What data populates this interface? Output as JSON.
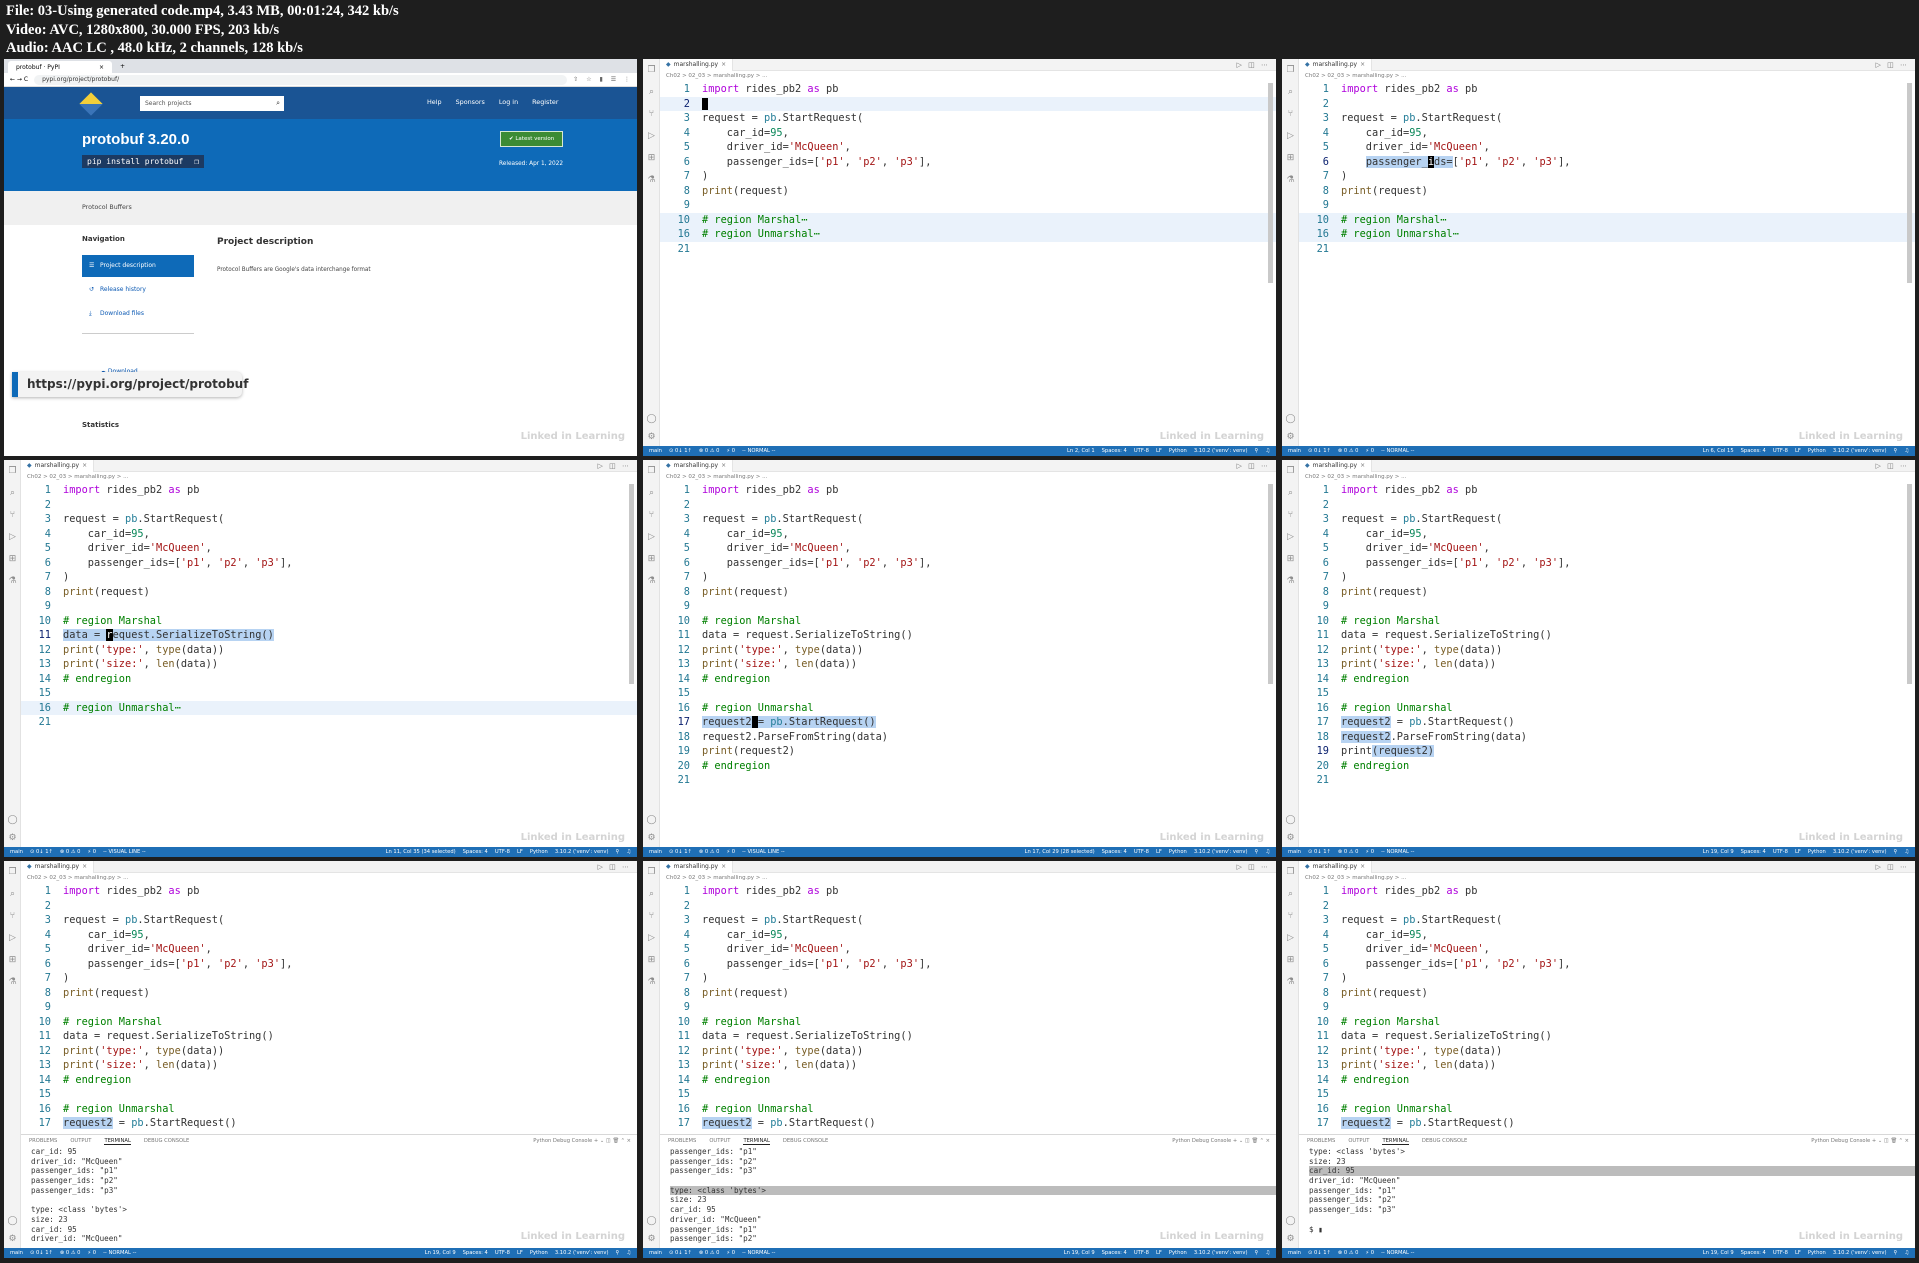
{
  "header": {
    "line1": "File: 03-Using generated code.mp4, 3.43 MB, 00:01:24, 342 kb/s",
    "line2": "Video: AVC, 1280x800, 30.000 FPS, 203 kb/s",
    "line3": "Audio: AAC LC , 48.0 kHz, 2 channels, 128 kb/s"
  },
  "browser": {
    "tab_title": "protobuf · PyPI",
    "tab_close": "×",
    "new_tab": "+",
    "url": "pypi.org/project/protobuf/",
    "nav_arrows": "← → C",
    "addr_icons": "⇧ ☆ ▮ ☰ ⋮",
    "search_placeholder": "Search projects",
    "search_icon": "⌕",
    "nav": [
      "Help",
      "Sponsors",
      "Log in",
      "Register"
    ],
    "package": "protobuf 3.20.0",
    "pip_command": "pip install protobuf",
    "copy_icon": "❐",
    "latest": "✔  Latest version",
    "released": "Released: Apr 1, 2022",
    "summary": "Protocol Buffers",
    "navigation_heading": "Navigation",
    "nav_items": [
      {
        "icon": "☰",
        "label": "Project description"
      },
      {
        "icon": "↺",
        "label": "Release history"
      },
      {
        "icon": "⤓",
        "label": "Download files"
      }
    ],
    "download_link": "☁ Download",
    "description_heading": "Project description",
    "description_text": "Protocol Buffers are Google's data interchange format",
    "statistics_heading": "Statistics",
    "tooltip_url": "https://pypi.org/project/protobuf",
    "watermark": "Linked in Learning"
  },
  "editor": {
    "tab_label": "marshalling.py",
    "tab_close": "×",
    "tab_actions": "▷ ◫ ⋯",
    "breadcrumb": "Ch02 > 02_03 > marshalling.py > ...",
    "watermark": "Linked in Learning",
    "status_left": [
      " main",
      "⊙ 0↓ 1↑",
      "⊗ 0 ⚠ 0",
      "⚡ 0"
    ],
    "status_right_common": [
      "Spaces: 4",
      "UTF-8",
      "LF",
      "Python",
      "3.10.2 ('venv': venv)",
      "⚲",
      "♫"
    ]
  },
  "code": {
    "L1": "import rides_pb2 as pb",
    "L2": "",
    "L3": "request = pb.StartRequest(",
    "L4": "    car_id=95,",
    "L5": "    driver_id='McQueen',",
    "L6": "    passenger_ids=['p1', 'p2', 'p3'],",
    "L7": ")",
    "L8": "print(request)",
    "L9": "",
    "L10": "# region Marshal",
    "L10f": "# region Marshal⋯",
    "L11": "data = request.SerializeToString()",
    "L12": "print('type:', type(data))",
    "L13": "print('size:', len(data))",
    "L14": "# endregion",
    "L15": "",
    "L16": "# region Unmarshal",
    "L16f": "# region Unmarshal⋯",
    "L17": "request2 = pb.StartRequest()",
    "L18": "request2.ParseFromString(data)",
    "L19": "print(request2)",
    "L20": "# endregion",
    "L21": ""
  },
  "frames": [
    {
      "mode": "-- NORMAL --",
      "pos": "Ln 2, Col 1"
    },
    {
      "mode": "-- NORMAL --",
      "pos": "Ln 6, Col 15"
    },
    {
      "mode": "-- VISUAL LINE --",
      "pos": "Ln 11, Col 35 (34 selected)"
    },
    {
      "mode": "-- VISUAL LINE --",
      "pos": "Ln 17, Col 29 (28 selected)"
    },
    {
      "mode": "-- NORMAL --",
      "pos": "Ln 19, Col 9"
    },
    {
      "mode": "-- NORMAL --",
      "pos": "Ln 19, Col 9"
    },
    {
      "mode": "-- NORMAL --",
      "pos": "Ln 19, Col 9"
    },
    {
      "mode": "-- NORMAL --",
      "pos": "Ln 19, Col 9"
    }
  ],
  "panel": {
    "tabs": [
      "PROBLEMS",
      "OUTPUT",
      "TERMINAL",
      "DEBUG CONSOLE"
    ],
    "right": "Python Debug Console  +  ⌄  ◫  🗑  ⌃  ×"
  },
  "terminals": {
    "t7": [
      "car_id: 95",
      "driver_id: \"McQueen\"",
      "passenger_ids: \"p1\"",
      "passenger_ids: \"p2\"",
      "passenger_ids: \"p3\"",
      "",
      "type: <class 'bytes'>",
      "size: 23",
      "car_id: 95",
      "driver_id: \"McQueen\""
    ],
    "t8": [
      "passenger_ids: \"p1\"",
      "passenger_ids: \"p2\"",
      "passenger_ids: \"p3\"",
      "",
      "type: <class 'bytes'>",
      "size: 23",
      "car_id: 95",
      "driver_id: \"McQueen\"",
      "passenger_ids: \"p1\"",
      "passenger_ids: \"p2\""
    ],
    "t9": [
      "type: <class 'bytes'>",
      "size: 23",
      "car_id: 95",
      "driver_id: \"McQueen\"",
      "passenger_ids: \"p1\"",
      "passenger_ids: \"p2\"",
      "passenger_ids: \"p3\"",
      "",
      "$ ▮"
    ]
  },
  "colors": {
    "accent": "#1f6fb6",
    "pypi_blue": "#0e6ab8",
    "selection": "#b7d3f2"
  }
}
